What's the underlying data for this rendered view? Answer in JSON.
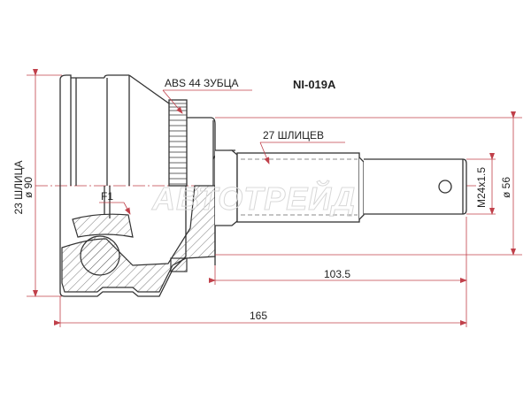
{
  "part_number": "NI-019A",
  "labels": {
    "abs": "ABS 44 ЗУБЦА",
    "outer_splines": "27 ШЛИЦЕВ",
    "inner_splines": "23 ШЛИЦА",
    "f1": "F1",
    "watermark": "АВТОТРЕЙД"
  },
  "dimensions": {
    "outer_diameter": "ø 90",
    "thread": "M24x1.5",
    "shaft_diameter": "ø 56",
    "shaft_length": "103.5",
    "total_length": "165"
  },
  "colors": {
    "line": "#333333",
    "dimension": "#c0404a",
    "hatch": "#555555"
  }
}
